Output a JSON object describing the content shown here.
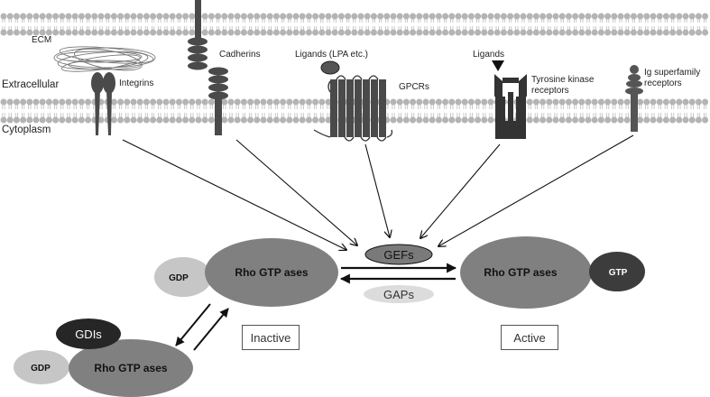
{
  "regions": {
    "extracellular": "Extracellular",
    "cytoplasm": "Cytoplasm"
  },
  "receptors": {
    "ecm": "ECM",
    "integrins": "Integrins",
    "cadherins": "Cadherins",
    "ligands_lpa": "Ligands (LPA etc.)",
    "gpcrs": "GPCRs",
    "ligands": "Ligands",
    "tyrosine_kinase_1": "Tyrosine kinase",
    "tyrosine_kinase_2": "receptors",
    "ig_superfamily_1": "Ig superfamily",
    "ig_superfamily_2": "receptors"
  },
  "regulators": {
    "gefs": "GEFs",
    "gaps": "GAPs",
    "gdis": "GDIs"
  },
  "gtpases": {
    "inactive_name": "Rho GTP ases",
    "active_name": "Rho GTP ases",
    "gdi_bound_name": "Rho GTP ases",
    "gdp": "GDP",
    "gdp_lower": "GDP",
    "gtp": "GTP"
  },
  "states": {
    "inactive": "Inactive",
    "active": "Active"
  },
  "colors": {
    "membrane_head": "#b4b4b4",
    "receptor_dark": "#4a4a4a",
    "gtpase_fill": "#808080",
    "gdp_fill": "#c6c6c6",
    "gtp_fill": "#3c3c3c",
    "gdi_fill": "#262626",
    "gaps_fill": "#dcdcdc"
  }
}
